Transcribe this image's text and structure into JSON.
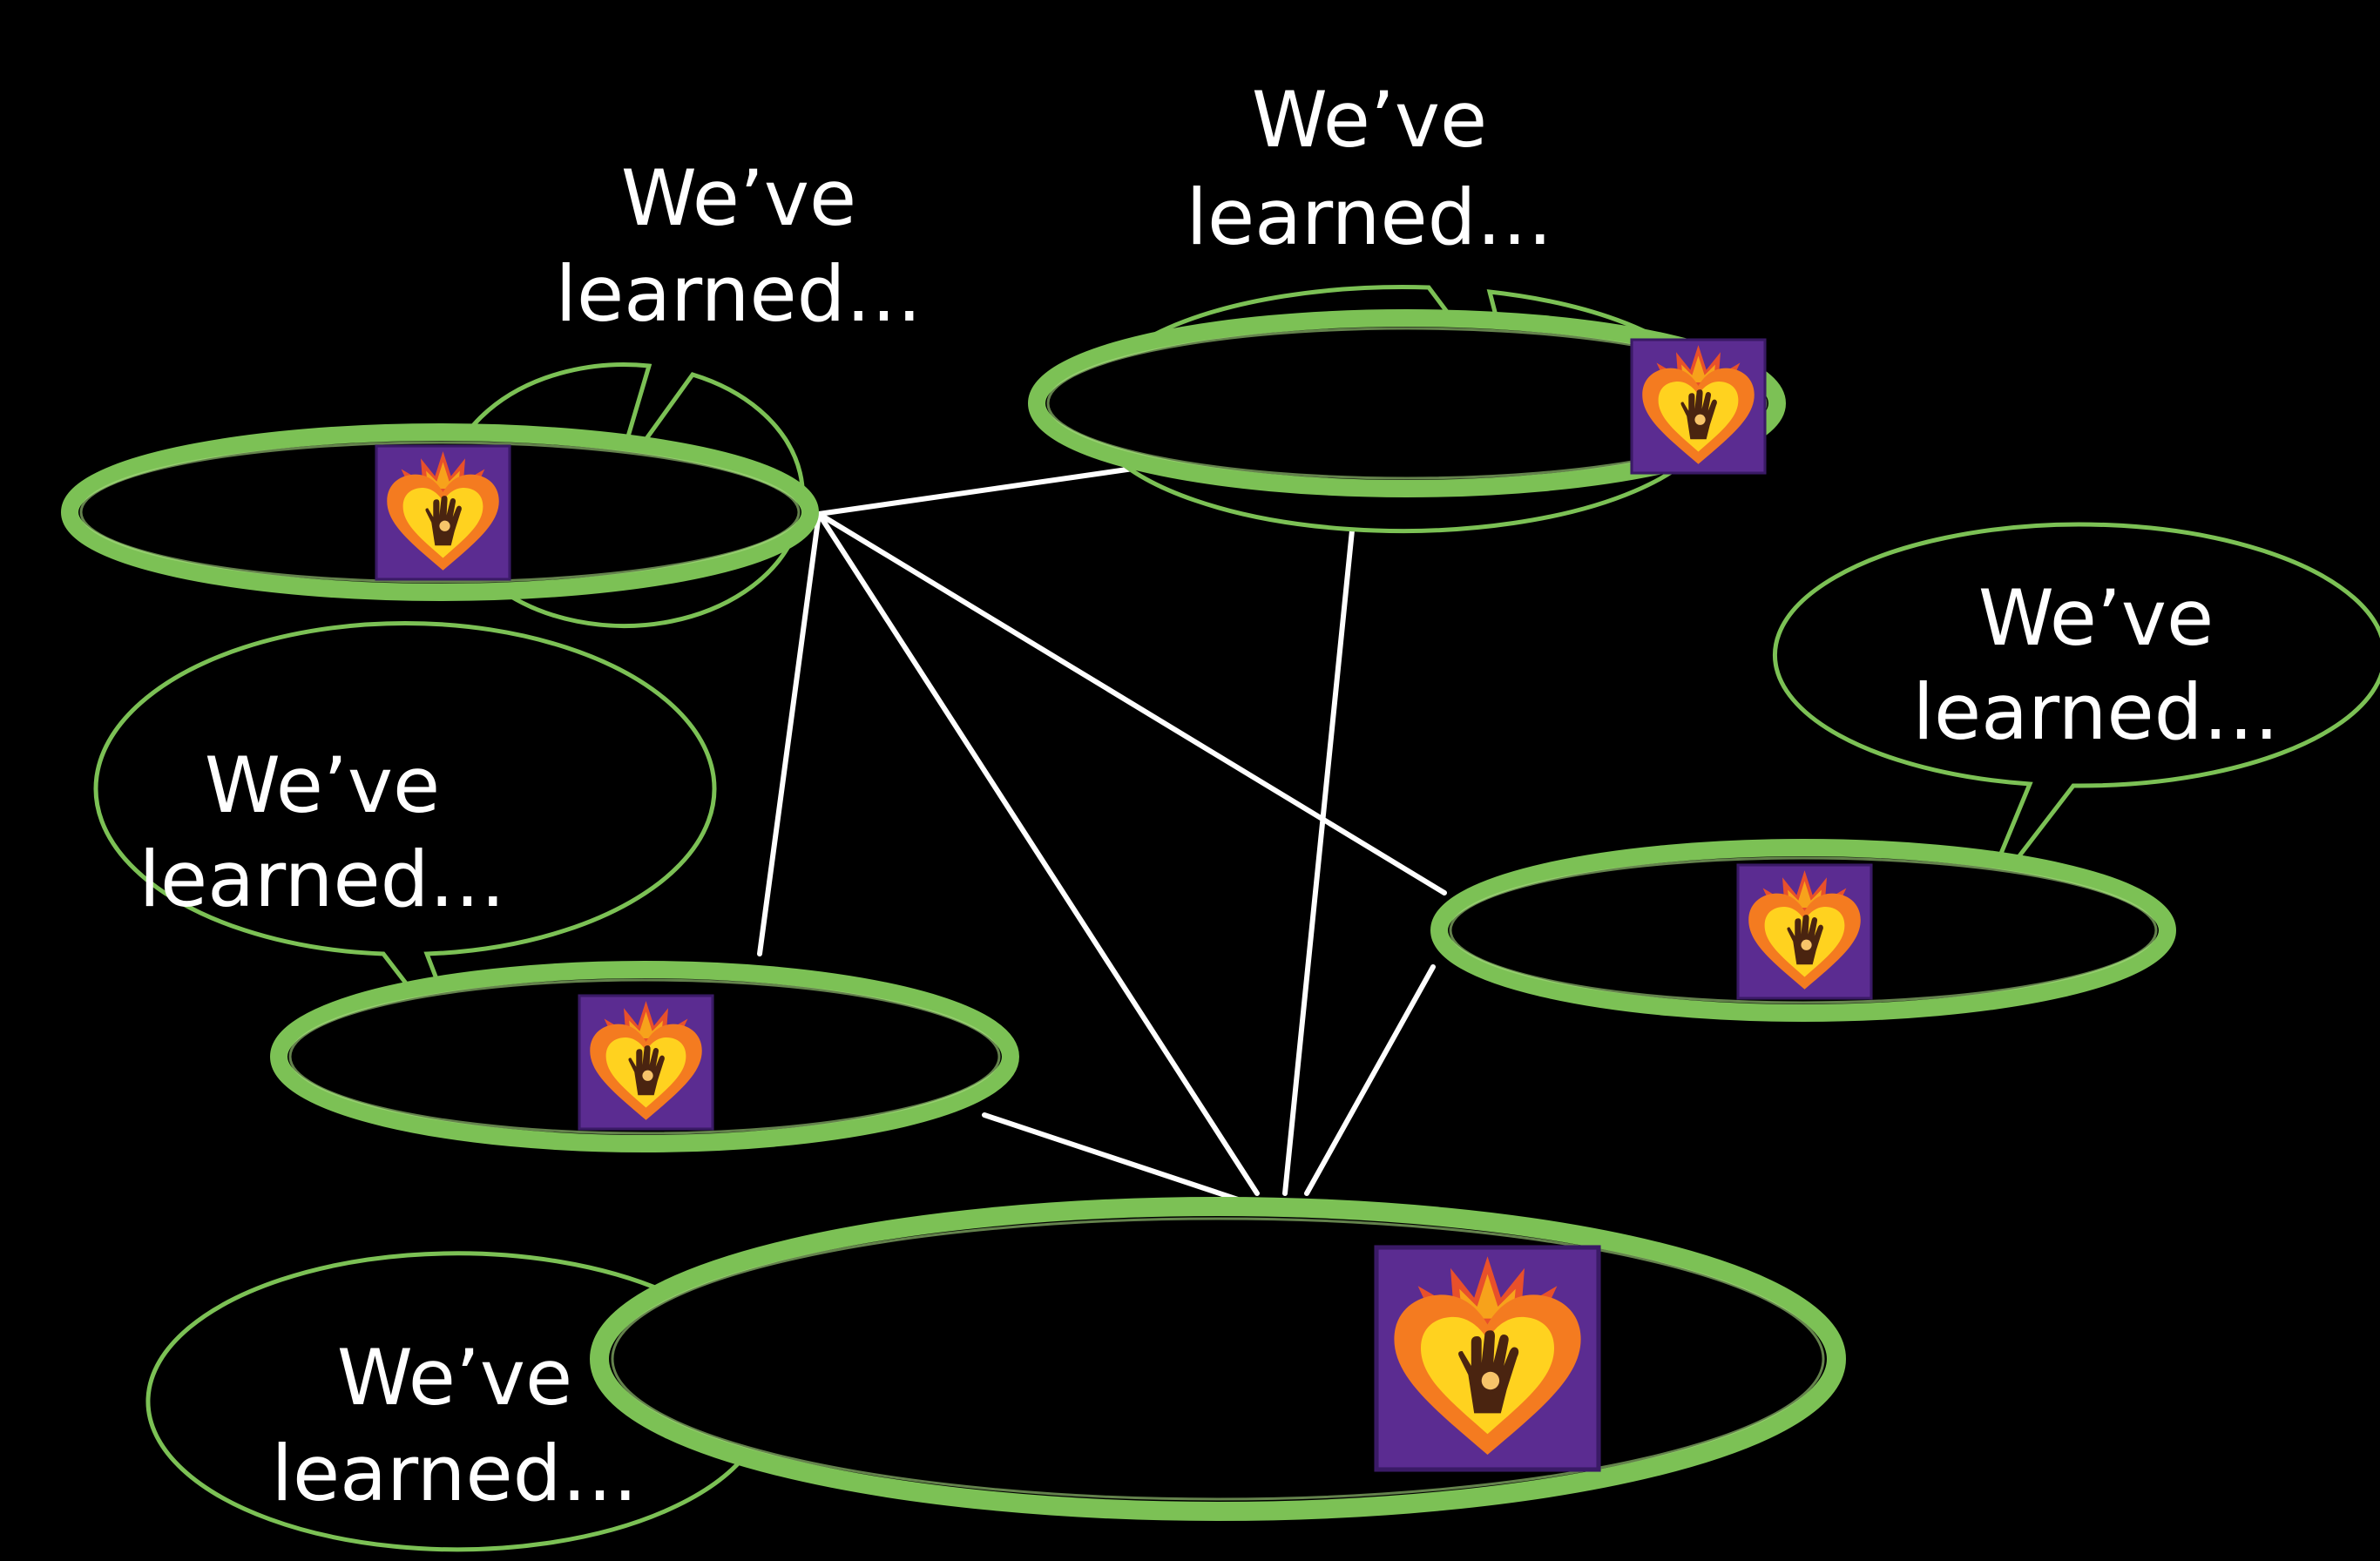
{
  "diagram": {
    "background_color": "#000000",
    "node_ring_color": "#7CC155",
    "bubble_outline_color": "#7CC155",
    "connector_color": "#FFFFFF",
    "node_icon": "sacred-heart-hand-icon",
    "bubbles": [
      {
        "id": "bubble-1",
        "line1": "We’ve",
        "line2": "learned…"
      },
      {
        "id": "bubble-2",
        "line1": "We’ve",
        "line2": "learned…"
      },
      {
        "id": "bubble-3",
        "line1": "We’ve",
        "line2": "learned…"
      },
      {
        "id": "bubble-4",
        "line1": "We’ve",
        "line2": "learned…"
      },
      {
        "id": "bubble-5",
        "line1": "We’ve",
        "line2": "learned…"
      }
    ],
    "nodes": [
      "node-1",
      "node-2",
      "node-3",
      "node-4",
      "node-hub"
    ],
    "edges": [
      [
        "node-1",
        "node-2"
      ],
      [
        "node-1",
        "node-4"
      ],
      [
        "node-1",
        "node-hub"
      ],
      [
        "node-1",
        "node-3"
      ],
      [
        "node-2",
        "node-hub"
      ],
      [
        "node-3",
        "node-hub"
      ],
      [
        "node-4",
        "node-hub"
      ]
    ]
  }
}
